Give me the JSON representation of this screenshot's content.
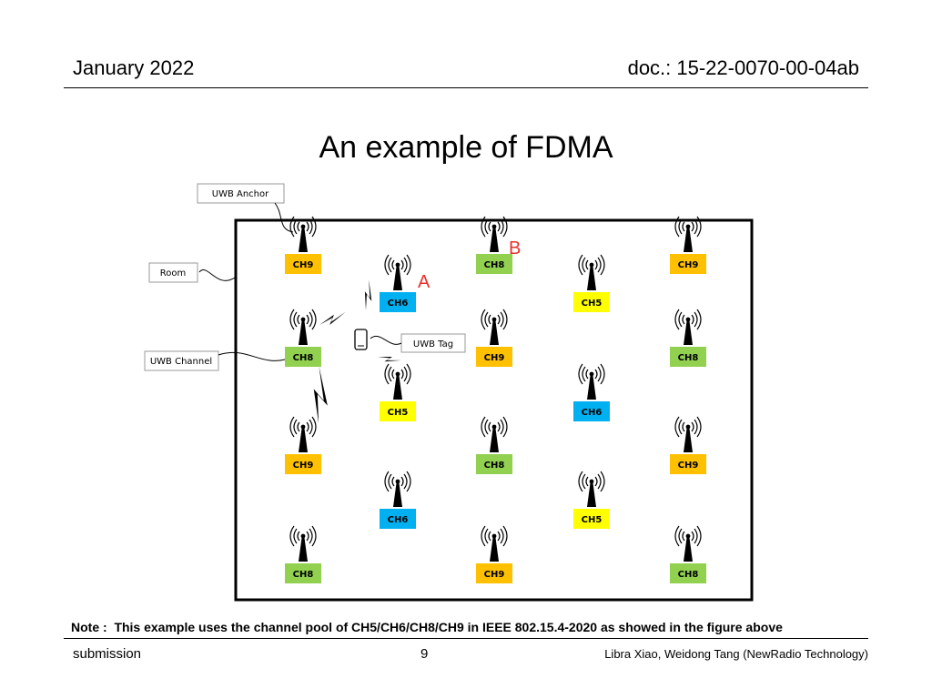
{
  "header": {
    "date": "January 2022",
    "doc_id": "doc.: 15-22-0070-00-04ab"
  },
  "title": "An example of FDMA",
  "colors": {
    "CH5": "#ffff00",
    "CH6": "#00b0f0",
    "CH8": "#92d050",
    "CH9": "#ffc000",
    "point_label": "#e8312b"
  },
  "diagram": {
    "callouts": [
      {
        "id": "uwb-anchor",
        "text": "UWB Anchor"
      },
      {
        "id": "room",
        "text": "Room"
      },
      {
        "id": "uwb-channel",
        "text": "UWB Channel"
      },
      {
        "id": "uwb-tag",
        "text": "UWB Tag"
      }
    ],
    "point_labels": [
      {
        "id": "A",
        "text": "A"
      },
      {
        "id": "B",
        "text": "B"
      }
    ],
    "anchors": [
      {
        "channel": "CH9"
      },
      {
        "channel": "CH8"
      },
      {
        "channel": "CH9"
      },
      {
        "channel": "CH6"
      },
      {
        "channel": "CH5"
      },
      {
        "channel": "CH8"
      },
      {
        "channel": "CH9"
      },
      {
        "channel": "CH8"
      },
      {
        "channel": "CH5"
      },
      {
        "channel": "CH6"
      },
      {
        "channel": "CH9"
      },
      {
        "channel": "CH8"
      },
      {
        "channel": "CH9"
      },
      {
        "channel": "CH6"
      },
      {
        "channel": "CH5"
      },
      {
        "channel": "CH8"
      },
      {
        "channel": "CH9"
      },
      {
        "channel": "CH8"
      }
    ]
  },
  "note": "Note :  This example uses the channel pool of CH5/CH6/CH8/CH9 in IEEE 802.15.4-2020 as showed in the figure above",
  "footer": {
    "left": "submission",
    "page": "9",
    "authors": "Libra Xiao, Weidong Tang (NewRadio Technology)"
  }
}
